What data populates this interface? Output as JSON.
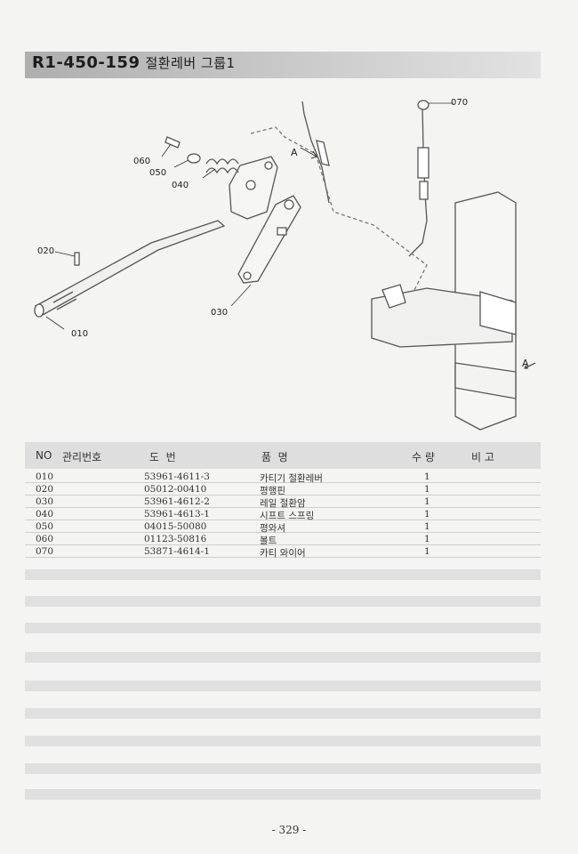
{
  "header": {
    "code": "R1-450-159",
    "title": "절환레버 그룹1"
  },
  "diagram": {
    "callouts": [
      "010",
      "020",
      "030",
      "040",
      "050",
      "060",
      "070"
    ],
    "view_markers": [
      "A",
      "A"
    ]
  },
  "table": {
    "columns": {
      "no": "NO",
      "mgmt": "관리번호",
      "drawing": "도  번",
      "name": "품  명",
      "qty": "수 량",
      "remark": "비 고"
    },
    "rows": [
      {
        "no": "010",
        "part": "53961-4611-3",
        "name": "카티기 절환레버",
        "qty": "1"
      },
      {
        "no": "020",
        "part": "05012-00410",
        "name": "평행핀",
        "qty": "1"
      },
      {
        "no": "030",
        "part": "53961-4612-2",
        "name": "레일 절환암",
        "qty": "1"
      },
      {
        "no": "040",
        "part": "53961-4613-1",
        "name": "시프트 스프링",
        "qty": "1"
      },
      {
        "no": "050",
        "part": "04015-50080",
        "name": "평와셔",
        "qty": "1"
      },
      {
        "no": "060",
        "part": "01123-50816",
        "name": "볼트",
        "qty": "1"
      },
      {
        "no": "070",
        "part": "53871-4614-1",
        "name": "카티 와이어",
        "qty": "1"
      }
    ]
  },
  "footer": {
    "page": "- 329 -"
  }
}
